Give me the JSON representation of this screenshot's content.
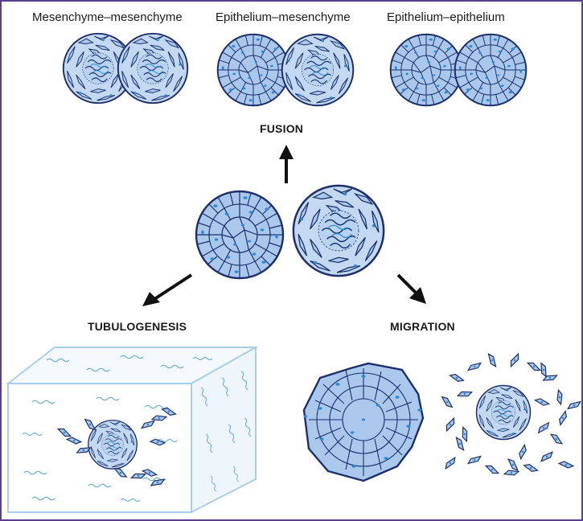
{
  "labels": {
    "mesenchyme_mesenchyme": "Mesenchyme–mesenchyme",
    "epithelium_mesenchyme": "Epithelium–mesenchyme",
    "epithelium_epithelium": "Epithelium–epithelium",
    "fusion": "FUSION",
    "tubulogenesis": "TUBULOGENESIS",
    "migration": "MIGRATION"
  },
  "colors": {
    "border": "#5b3f8e",
    "cell_fill": "#a9c8ec",
    "cell_line": "#1c2f6b",
    "nucleus": "#2b8bd6",
    "matrix_fiber": "#5ba3d9",
    "box_edge": "#a9cfe8",
    "arrow": "#111111"
  },
  "icons": {
    "arrow_up": "arrow-up-icon",
    "arrow_down_left": "arrow-down-left-icon",
    "arrow_down_right": "arrow-down-right-icon"
  }
}
